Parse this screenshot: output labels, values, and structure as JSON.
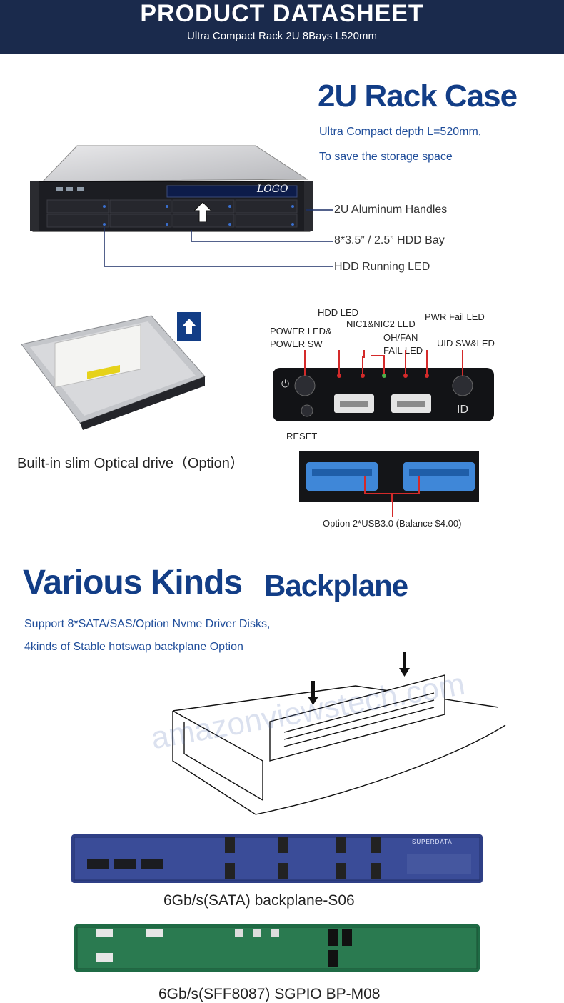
{
  "header": {
    "title": "PRODUCT  DATASHEET",
    "subtitle": "Ultra Compact Rack 2U 8Bays L520mm"
  },
  "rack": {
    "title": "2U Rack Case",
    "desc_line1": "Ultra Compact depth L=520mm,",
    "desc_line2": "To save the storage space",
    "logo_text": "LOGO",
    "callouts": {
      "handles": "2U Aluminum Handles",
      "hdd_bay": "8*3.5” / 2.5” HDD Bay",
      "hdd_led": "HDD Running LED"
    }
  },
  "optical": {
    "caption": "Built-in slim Optical drive（Option）"
  },
  "front_panel": {
    "labels": {
      "hdd_led": "HDD LED",
      "nic_led": "NIC1&NIC2 LED",
      "pwr_fail": "PWR Fail LED",
      "power_led_1": "POWER LED&",
      "power_led_2": "POWER SW",
      "ohfan_1": "OH/FAN",
      "ohfan_2": "FAIL LED",
      "uid": "UID SW&LED",
      "reset": "RESET",
      "id_text": "ID"
    },
    "usb_option": "Option 2*USB3.0 (Balance $4.00)"
  },
  "backplane": {
    "title_a": "Various Kinds",
    "title_b": "Backplane",
    "desc_line1": "Support 8*SATA/SAS/Option Nvme Driver Disks,",
    "desc_line2": "4kinds of Stable hotswap backplane Option",
    "watermark": "amazonviewstech.com",
    "board1_label": "SUPERDATA",
    "board1_caption": "6Gb/s(SATA) backplane-S06",
    "board2_caption": "6Gb/s(SFF8087) SGPIO BP-M08"
  },
  "colors": {
    "header_bg": "#1a2a4c",
    "title_blue": "#123d86",
    "text_blue": "#1f4d9a",
    "callout_line": "#1b2f66",
    "led_red": "#d42a2a"
  },
  "icons": [
    "up-arrow-icon",
    "down-arrow-icon",
    "power-icon",
    "usb-icon",
    "hdd-icon"
  ]
}
